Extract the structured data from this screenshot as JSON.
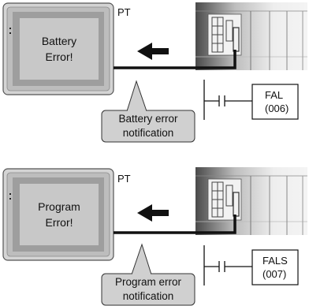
{
  "panels": [
    {
      "pt_label": "PT",
      "screen_lines": [
        "Battery",
        "Error!"
      ],
      "instruction_lines": [
        "FAL",
        "(006)"
      ],
      "callout_lines": [
        "Battery error",
        "notification"
      ]
    },
    {
      "pt_label": "PT",
      "screen_lines": [
        "Program",
        "Error!"
      ],
      "instruction_lines": [
        "FALS",
        "(007)"
      ],
      "callout_lines": [
        "Program error",
        "notification"
      ]
    }
  ],
  "colors": {
    "terminal_frame": "#d4d4d4",
    "terminal_bezel": "#bdbdbd",
    "screen_border": "#9e9e9e",
    "screen_fill": "#c8c8c8",
    "callout_fill": "#d0d0d0",
    "plc_dark": "#555555",
    "plc_light": "#e6e6e6",
    "line": "#111111"
  }
}
